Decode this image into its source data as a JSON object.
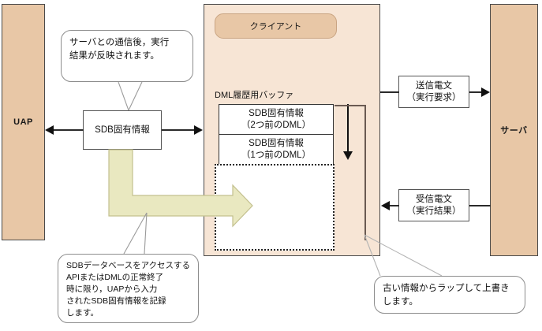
{
  "diagram": {
    "uap": {
      "label": "UAP"
    },
    "server": {
      "label": "サーバ"
    },
    "client": {
      "label": "クライアント"
    },
    "sdb_box": {
      "label": "SDB固有情報"
    },
    "buffer": {
      "title": "DML履歴用バッファ",
      "cells": [
        {
          "line1": "SDB固有情報",
          "line2": "（2つ前のDML）"
        },
        {
          "line1": "SDB固有情報",
          "line2": "（1つ前のDML）"
        }
      ],
      "empty_cell": ""
    },
    "messages": {
      "send": {
        "line1": "送信電文",
        "line2": "（実行要求）"
      },
      "receive": {
        "line1": "受信電文",
        "line2": "（実行結果）"
      }
    },
    "callouts": {
      "top_left": {
        "lines": [
          "サーバとの通信後，実行",
          "結果が反映されます。"
        ]
      },
      "bottom_left": {
        "lines": [
          "SDBデータベースをアクセスする",
          "APIまたはDMLの正常終了",
          "時に限り，UAPから入力",
          "されたSDB固有情報を記録",
          "します。"
        ]
      },
      "bottom_right": {
        "lines": [
          "古い情報からラップして上書き",
          "します。"
        ]
      }
    },
    "colors": {
      "lane_fill": "#e8c7a6",
      "client_fill": "#f7e5d5",
      "chip_fill": "#e8c7a6",
      "flow_arrow_fill": "#e9e8c0",
      "flow_arrow_stroke": "#b5b37a",
      "border": "#4a4a4a",
      "leader_line": "#b4b4b4"
    }
  }
}
